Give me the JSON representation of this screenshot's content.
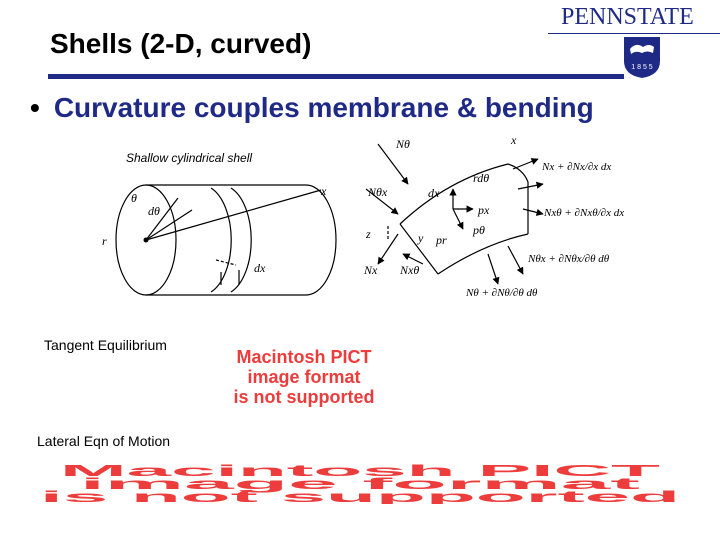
{
  "slide": {
    "title": "Shells (2-D, curved)",
    "bullet": "Curvature couples membrane & bending",
    "bullet_marker": "•"
  },
  "logo": {
    "wordmark": "PENNSTATE",
    "seal_text": "1 8 5 5",
    "color": "#1f2a86"
  },
  "figure_left": {
    "caption": "Shallow cylindrical shell",
    "labels": {
      "theta": "θ",
      "dtheta": "dθ",
      "x": "x",
      "r": "r",
      "dx": "dx"
    }
  },
  "figure_right": {
    "labels": {
      "n_theta": "Nθ",
      "x": "x",
      "rdtheta": "rdθ",
      "n_theta_x": "Nθx",
      "dx": "dx",
      "px": "px",
      "ptheta": "pθ",
      "pr": "pr",
      "z": "z",
      "y": "y",
      "nx": "Nx",
      "nxtheta": "Nxθ",
      "nx_plus": "Nx + ∂Nx/∂x dx",
      "nxtheta_plus": "Nxθ + ∂Nxθ/∂x dx",
      "nthetax_plus": "Nθx + ∂Nθx/∂θ dθ",
      "ntheta_plus": "Nθ + ∂Nθ/∂θ dθ"
    }
  },
  "tangent_label": "Tangent Equilibrium",
  "lateral_label": "Lateral Eqn of Motion",
  "pict_placeholder": {
    "line1": "Macintosh PICT",
    "line2": "image format",
    "line3": "is not supported",
    "color": "#ec3c3c"
  }
}
